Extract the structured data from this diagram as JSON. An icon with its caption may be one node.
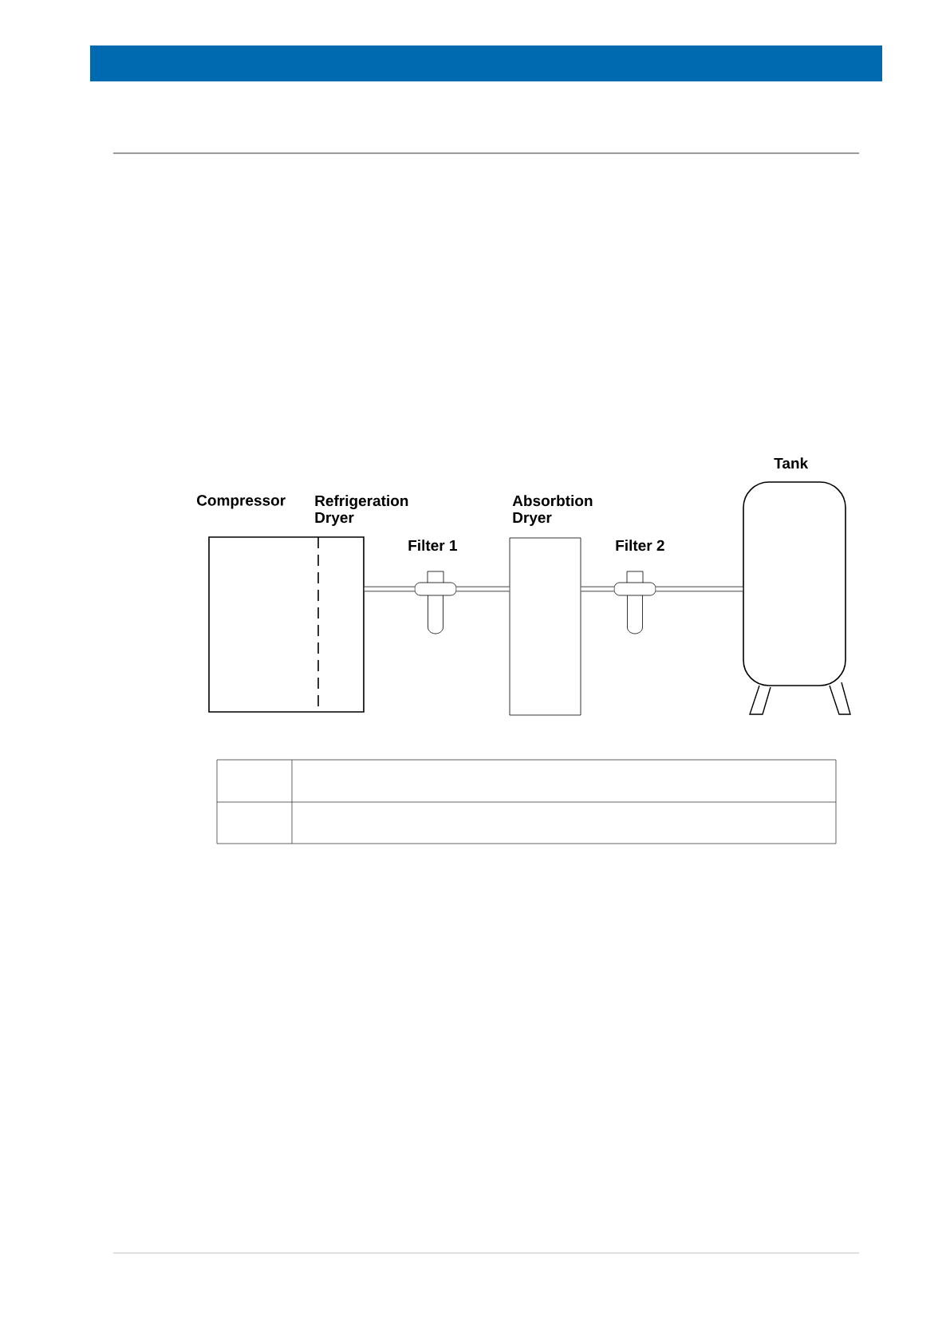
{
  "diagram": {
    "nodes": [
      {
        "text": [
          "Compressor",
          "Refrigeration Dryer"
        ]
      },
      {
        "text": [
          "Filter 1"
        ]
      },
      {
        "text": [
          "Absorbtion Dryer"
        ]
      },
      {
        "text": [
          "Filter 2"
        ]
      },
      {
        "text": [
          "Tank"
        ]
      }
    ],
    "edges": [
      {
        "from": 0,
        "to": 1,
        "arrow": "none"
      },
      {
        "from": 1,
        "to": 2,
        "arrow": "none"
      },
      {
        "from": 2,
        "to": 3,
        "arrow": "none"
      },
      {
        "from": 3,
        "to": 4,
        "arrow": "none"
      }
    ]
  }
}
